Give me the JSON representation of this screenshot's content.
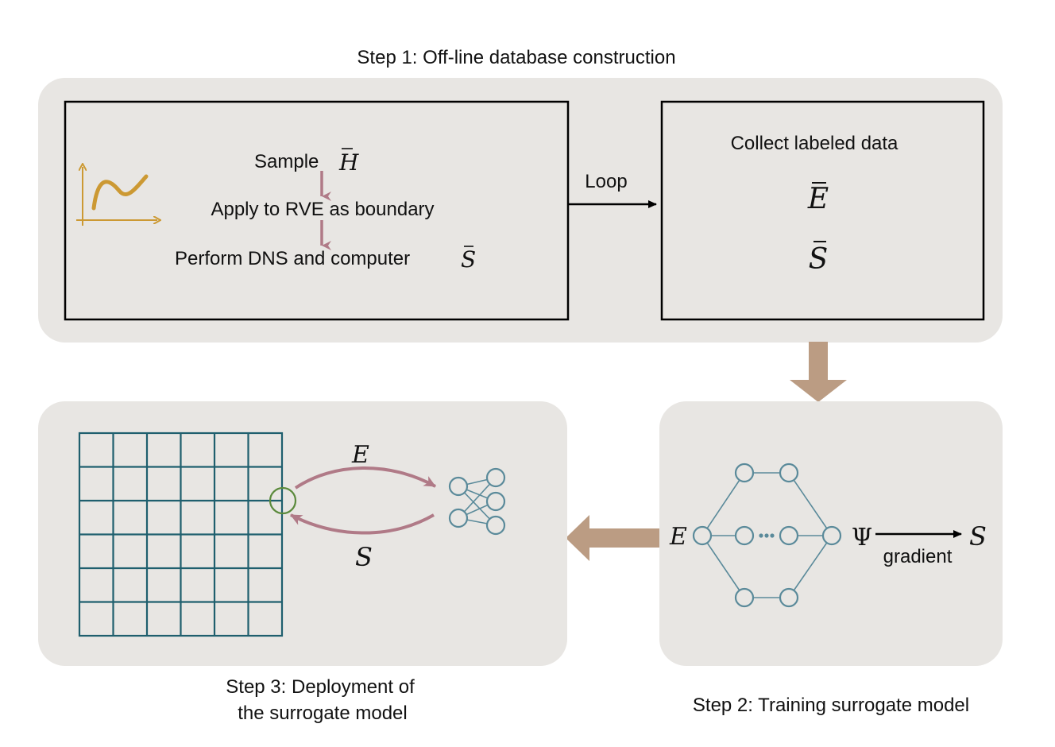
{
  "step1": {
    "title": "Step 1: Off-line database construction",
    "sample_label": "Sample",
    "sample_symbol": "H",
    "apply_label": "Apply to RVE as boundary",
    "perform_label": "Perform DNS and computer",
    "perform_symbol": "S",
    "loop_label": "Loop",
    "collect_label": "Collect labeled data",
    "collect_symbols": [
      "E",
      "S"
    ]
  },
  "step2": {
    "title": "Step 2: Training surrogate model",
    "input_symbol": "E",
    "potential_symbol": "Ψ",
    "gradient_label": "gradient",
    "output_symbol": "S"
  },
  "step3": {
    "title_line1": "Step 3: Deployment of",
    "title_line2": "the surrogate model",
    "forward_symbol": "E",
    "back_symbol": "S"
  },
  "colors": {
    "panel": "#e8e6e3",
    "flow_arrow": "#bb9c83",
    "curve": "#cc9933",
    "step_arrow": "#b07a87",
    "network": "#5a8a9a",
    "mesh": "#1f5f6e",
    "highlight_node": "#5b8a3c"
  }
}
